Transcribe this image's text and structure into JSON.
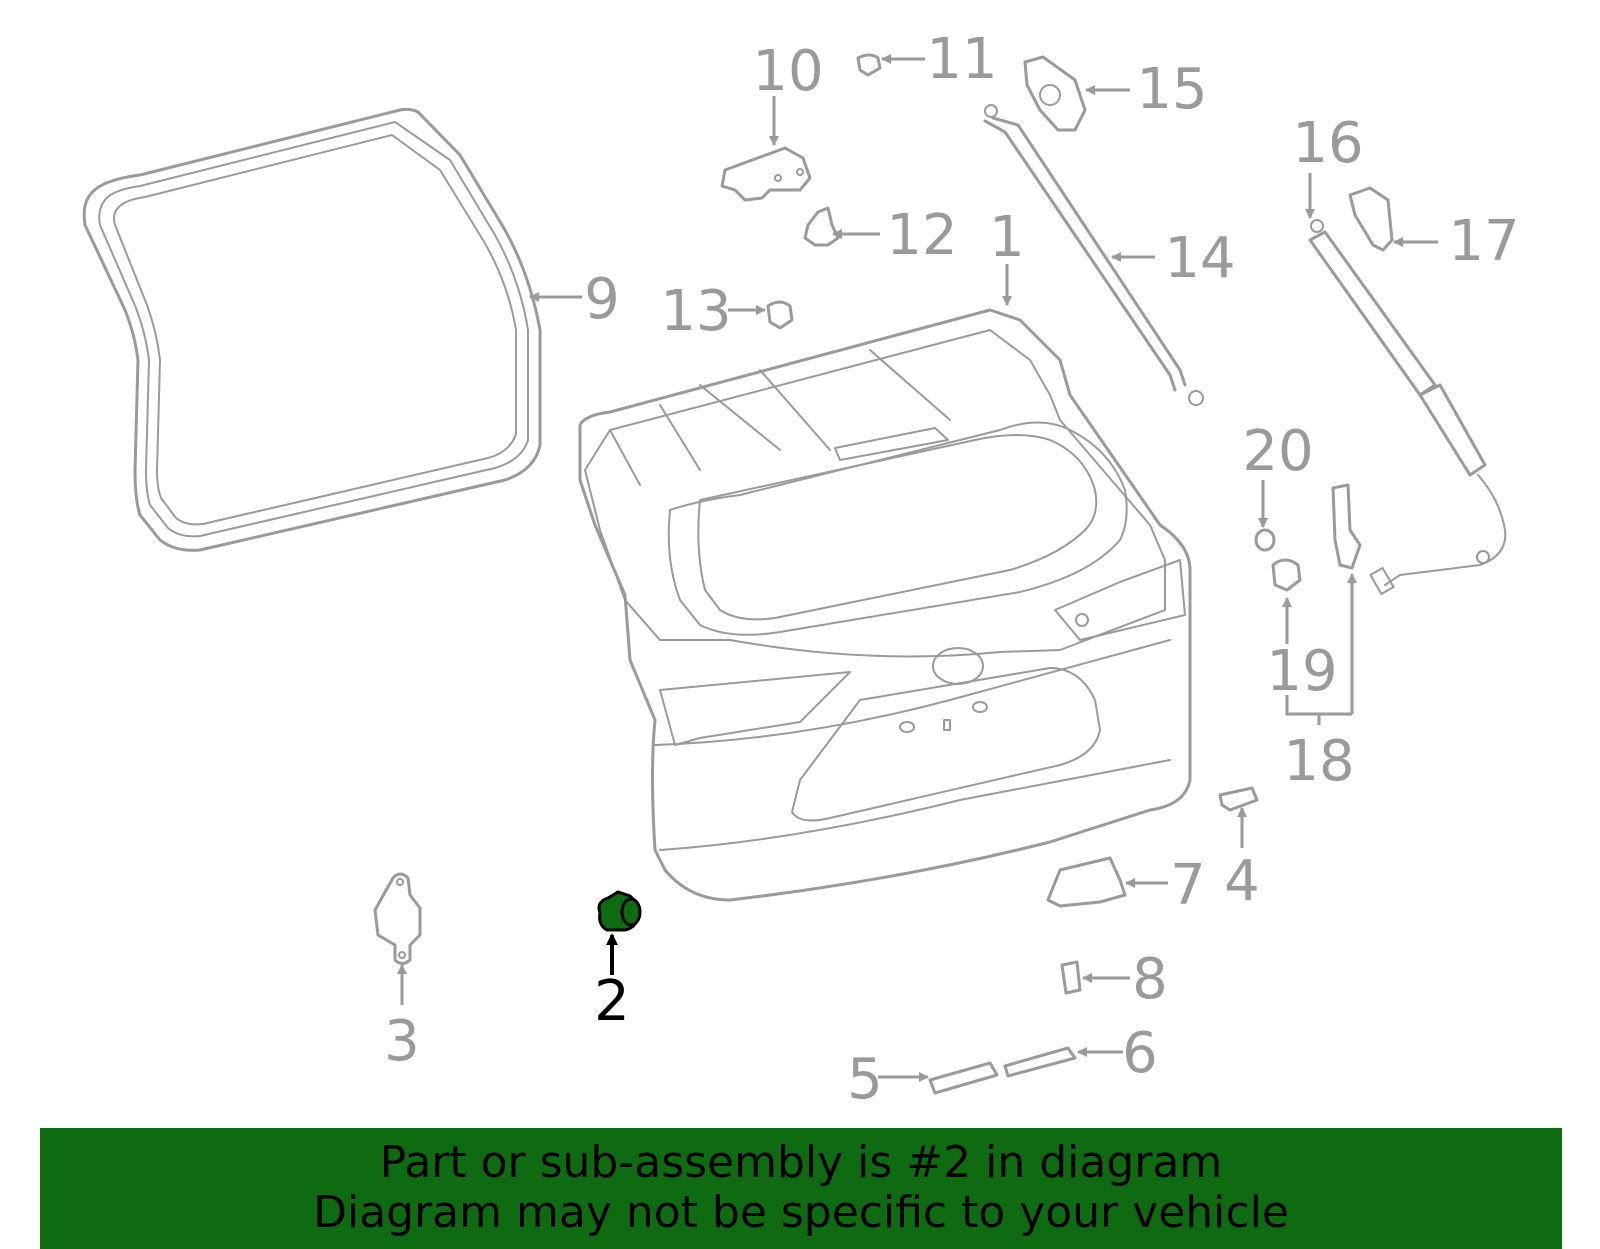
{
  "diagram": {
    "highlighted_callout": "2",
    "highlight_color": "#0f6b12",
    "line_color": "#9a9a9a",
    "callouts": [
      "1",
      "2",
      "3",
      "4",
      "5",
      "6",
      "7",
      "8",
      "9",
      "10",
      "11",
      "12",
      "13",
      "14",
      "15",
      "16",
      "17",
      "18",
      "19",
      "20"
    ]
  },
  "banner": {
    "line1": "Part or sub-assembly is #2 in diagram",
    "line2": "Diagram may not be specific to your vehicle",
    "background": "#0f6b12"
  }
}
